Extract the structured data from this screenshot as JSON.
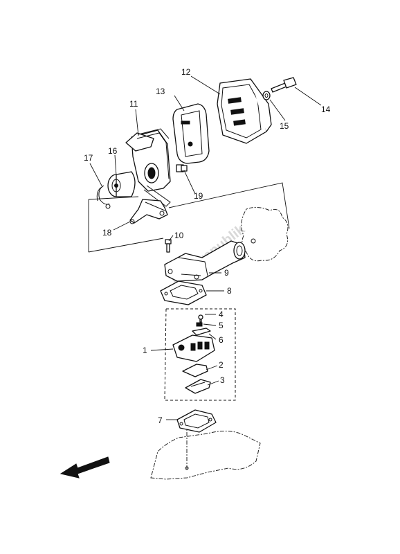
{
  "diagram": {
    "watermark": "Partsrepublik",
    "callouts": {
      "c1": "1",
      "c2": "2",
      "c3": "3",
      "c4": "4",
      "c5": "5",
      "c6": "6",
      "c7": "7",
      "c8": "8",
      "c9": "9",
      "c10": "10",
      "c11": "11",
      "c12": "12",
      "c13": "13",
      "c14": "14",
      "c15": "15",
      "c16": "16",
      "c17": "17",
      "c18": "18",
      "c19": "19"
    }
  }
}
